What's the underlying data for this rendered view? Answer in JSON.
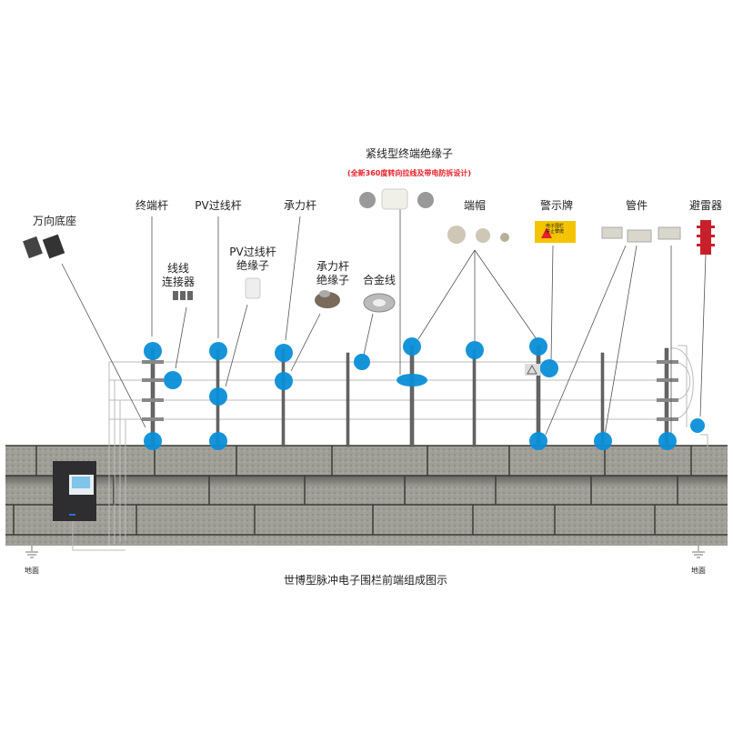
{
  "title": "紧线型终端绝缘子",
  "subtitle": "(全新360度转向拉线及带电防拆设计)",
  "labels": {
    "universal_base": "万向底座",
    "terminal_pole": "终端杆",
    "pv_pole": "PV过线杆",
    "tension_pole": "承力杆",
    "end_cap": "端帽",
    "warning_sign": "警示牌",
    "pipe_fitting": "管件",
    "lightning_arrester": "避雷器",
    "wire_connector_1": "线线",
    "wire_connector_2": "连接器",
    "pv_insulator_1": "PV过线杆",
    "pv_insulator_2": "绝缘子",
    "tension_insulator_1": "承力杆",
    "tension_insulator_2": "绝缘子",
    "alloy_wire": "合金线",
    "ground_left": "地面",
    "ground_right": "地面"
  },
  "warning_sign_text": [
    "电子围栏",
    "禁止攀爬"
  ],
  "caption": "世博型脉冲电子围栏前端组成图示",
  "colors": {
    "marker": "#0a8fd8",
    "accent_red": "#e8202a",
    "wall": "#9a9a92",
    "sign": "#f5c400"
  }
}
